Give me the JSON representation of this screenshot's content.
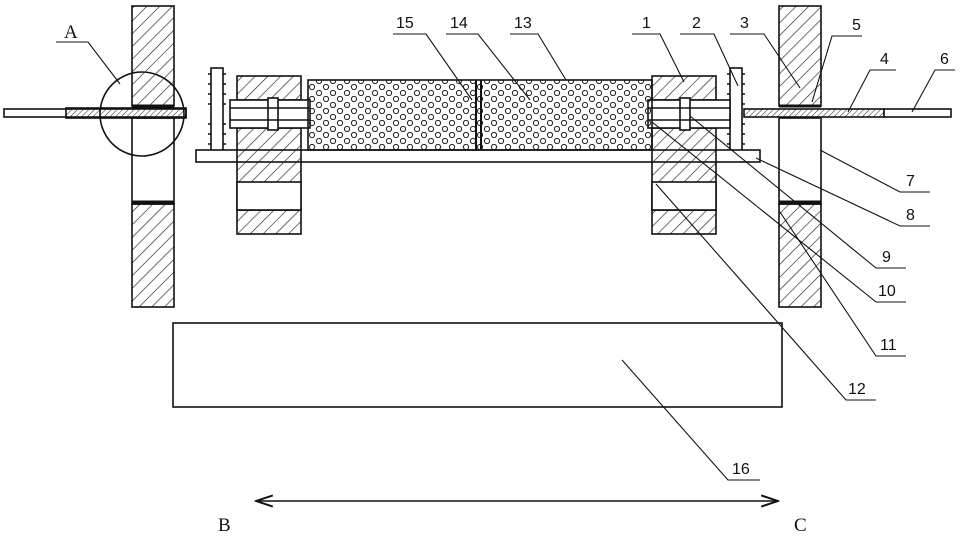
{
  "labels": {
    "l1": "1",
    "l2": "2",
    "l3": "3",
    "l4": "4",
    "l5": "5",
    "l6": "6",
    "l7": "7",
    "l8": "8",
    "l9": "9",
    "l10": "10",
    "l11": "11",
    "l12": "12",
    "l13": "13",
    "l14": "14",
    "l15": "15",
    "l16": "16",
    "detailA": "A",
    "dirB": "B",
    "dirC": "C"
  },
  "colors": {
    "line": "#111111",
    "fill": "#ffffff"
  }
}
